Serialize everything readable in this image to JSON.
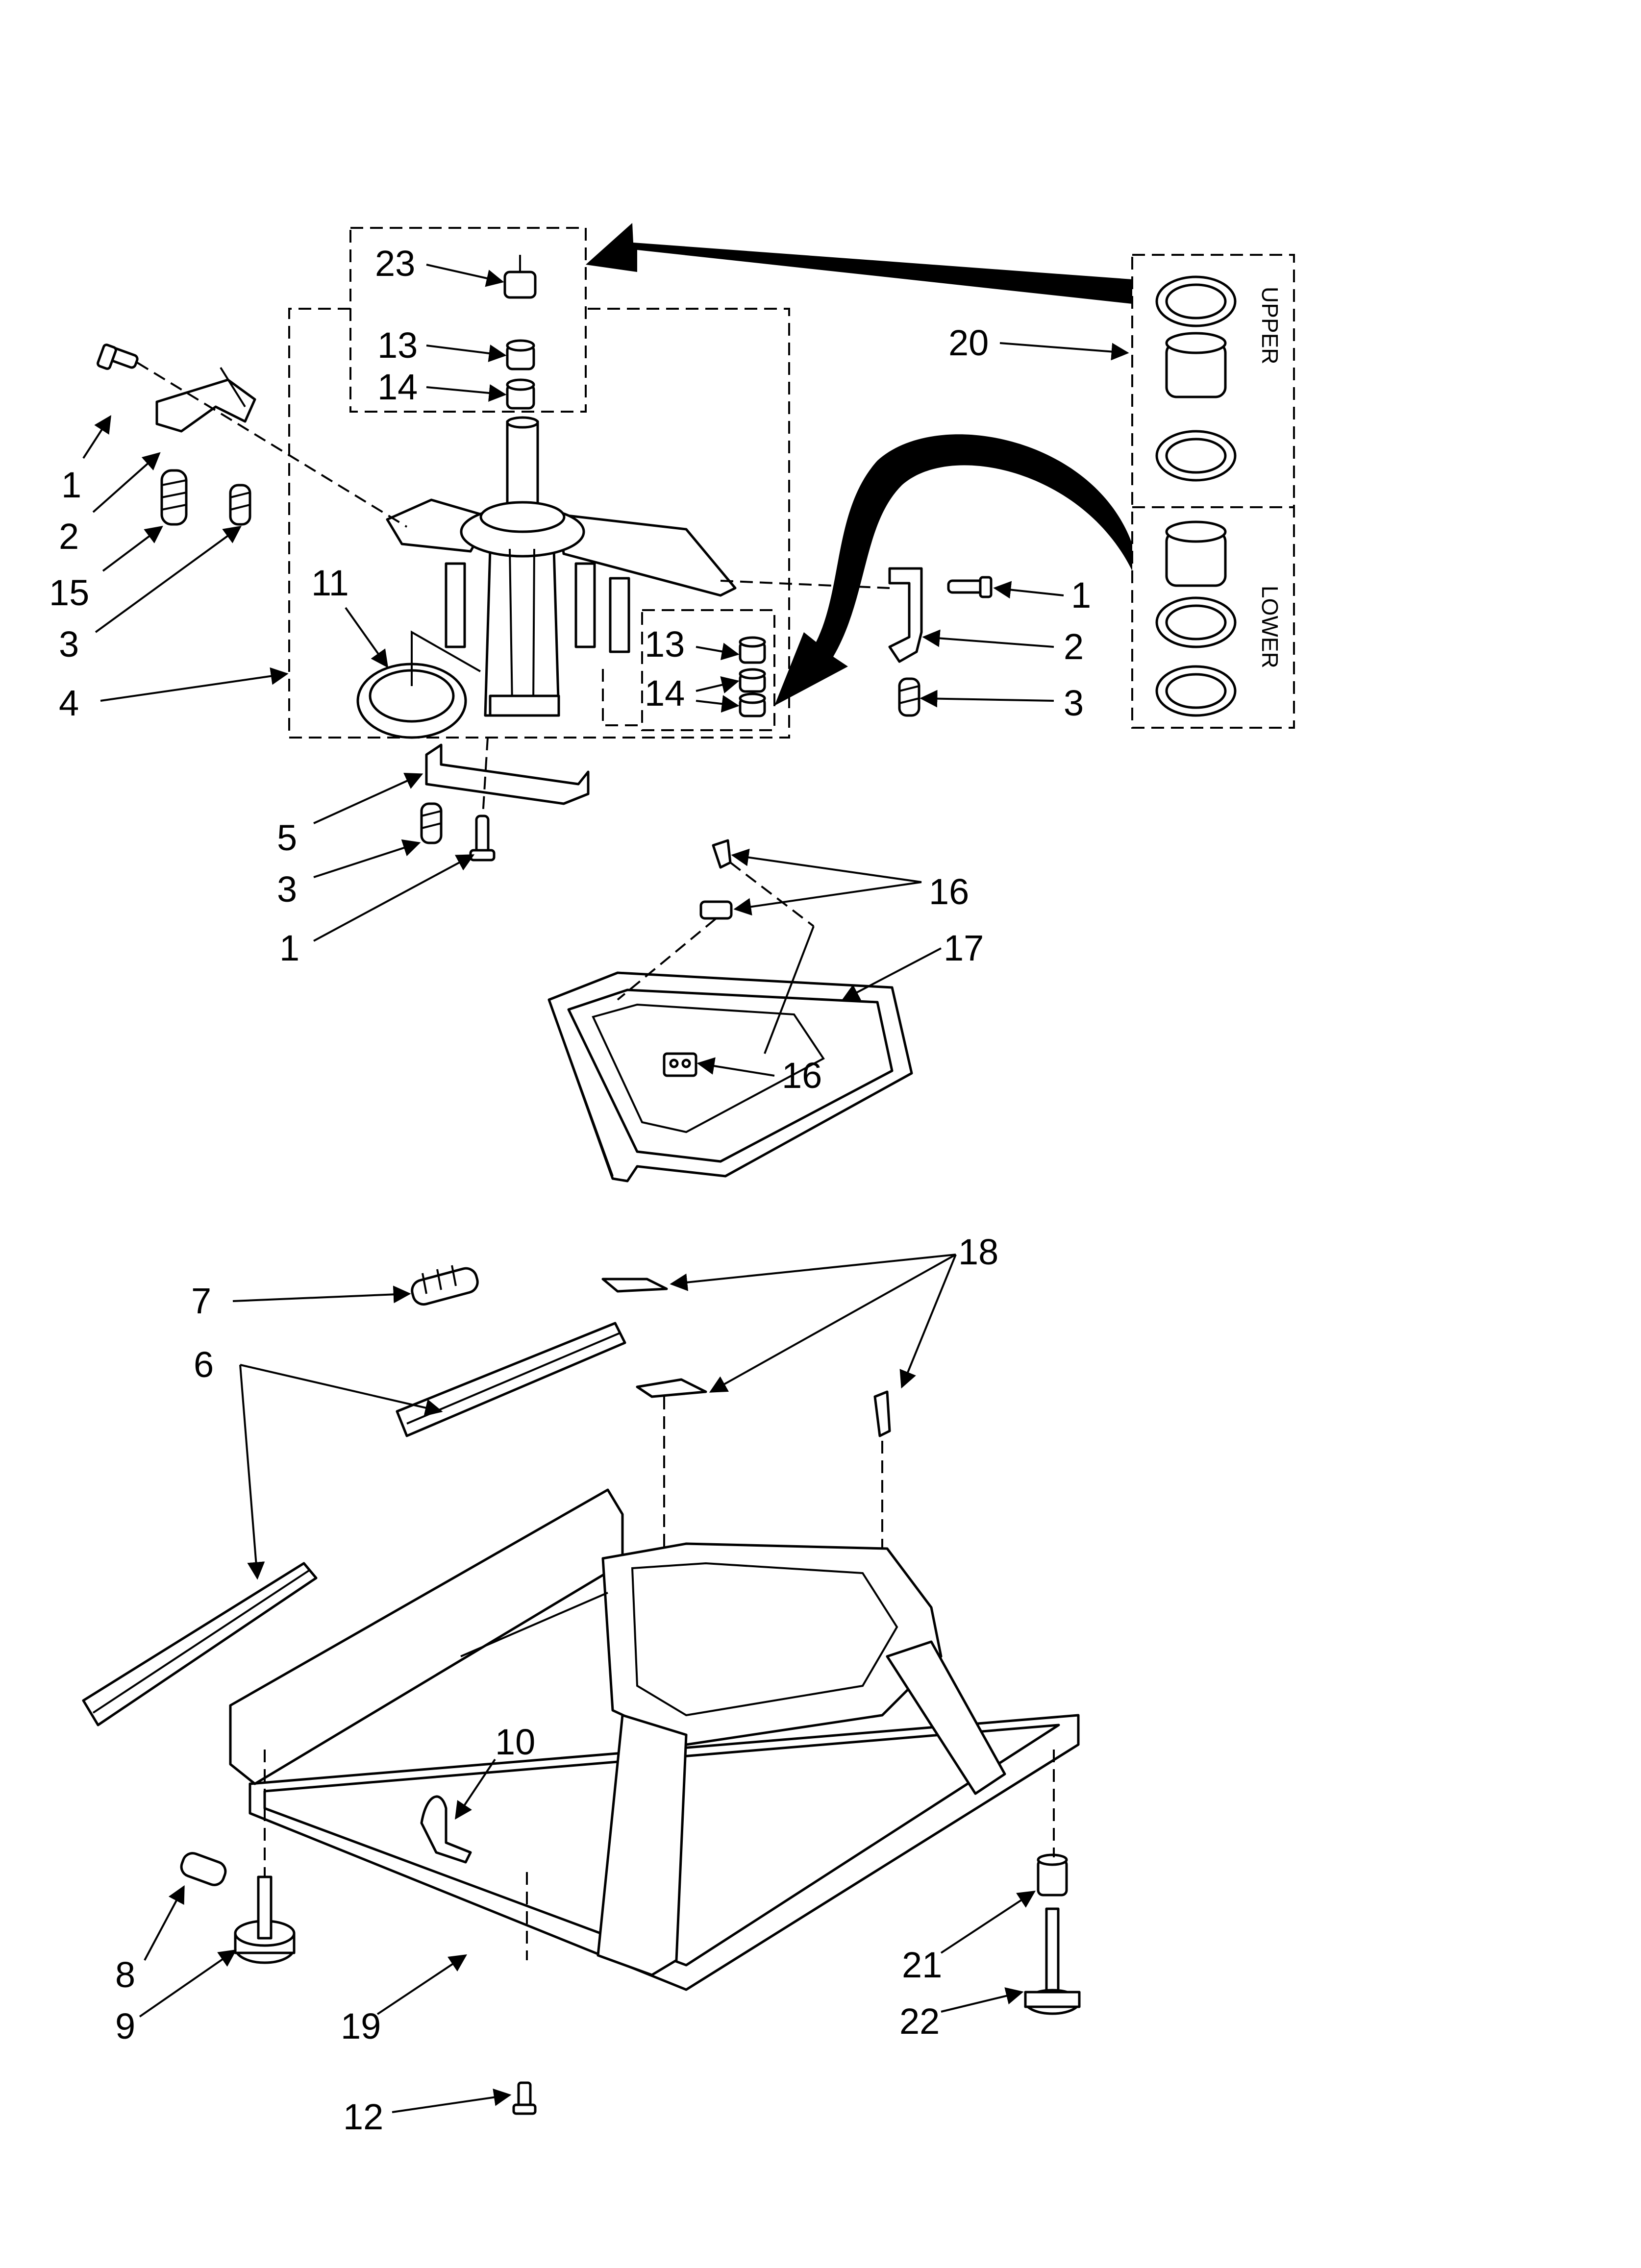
{
  "callouts": [
    {
      "id": "c23",
      "text": "23"
    },
    {
      "id": "c13a",
      "text": "13"
    },
    {
      "id": "c14a",
      "text": "14"
    },
    {
      "id": "c20",
      "text": "20"
    },
    {
      "id": "c1a",
      "text": "1"
    },
    {
      "id": "c2a",
      "text": "2"
    },
    {
      "id": "c15",
      "text": "15"
    },
    {
      "id": "c3a",
      "text": "3"
    },
    {
      "id": "c11",
      "text": "11"
    },
    {
      "id": "c4",
      "text": "4"
    },
    {
      "id": "c13b",
      "text": "13"
    },
    {
      "id": "c14b",
      "text": "14"
    },
    {
      "id": "c1b",
      "text": "1"
    },
    {
      "id": "c2b",
      "text": "2"
    },
    {
      "id": "c3b",
      "text": "3"
    },
    {
      "id": "c5",
      "text": "5"
    },
    {
      "id": "c3c",
      "text": "3"
    },
    {
      "id": "c1c",
      "text": "1"
    },
    {
      "id": "c16a",
      "text": "16"
    },
    {
      "id": "c17",
      "text": "17"
    },
    {
      "id": "c16b",
      "text": "16"
    },
    {
      "id": "c18",
      "text": "18"
    },
    {
      "id": "c7",
      "text": "7"
    },
    {
      "id": "c6",
      "text": "6"
    },
    {
      "id": "c10",
      "text": "10"
    },
    {
      "id": "c8",
      "text": "8"
    },
    {
      "id": "c9",
      "text": "9"
    },
    {
      "id": "c19",
      "text": "19"
    },
    {
      "id": "c12",
      "text": "12"
    },
    {
      "id": "c21",
      "text": "21"
    },
    {
      "id": "c22",
      "text": "22"
    }
  ],
  "kit_labels": {
    "upper": "UPPER",
    "lower": "LOWER"
  }
}
